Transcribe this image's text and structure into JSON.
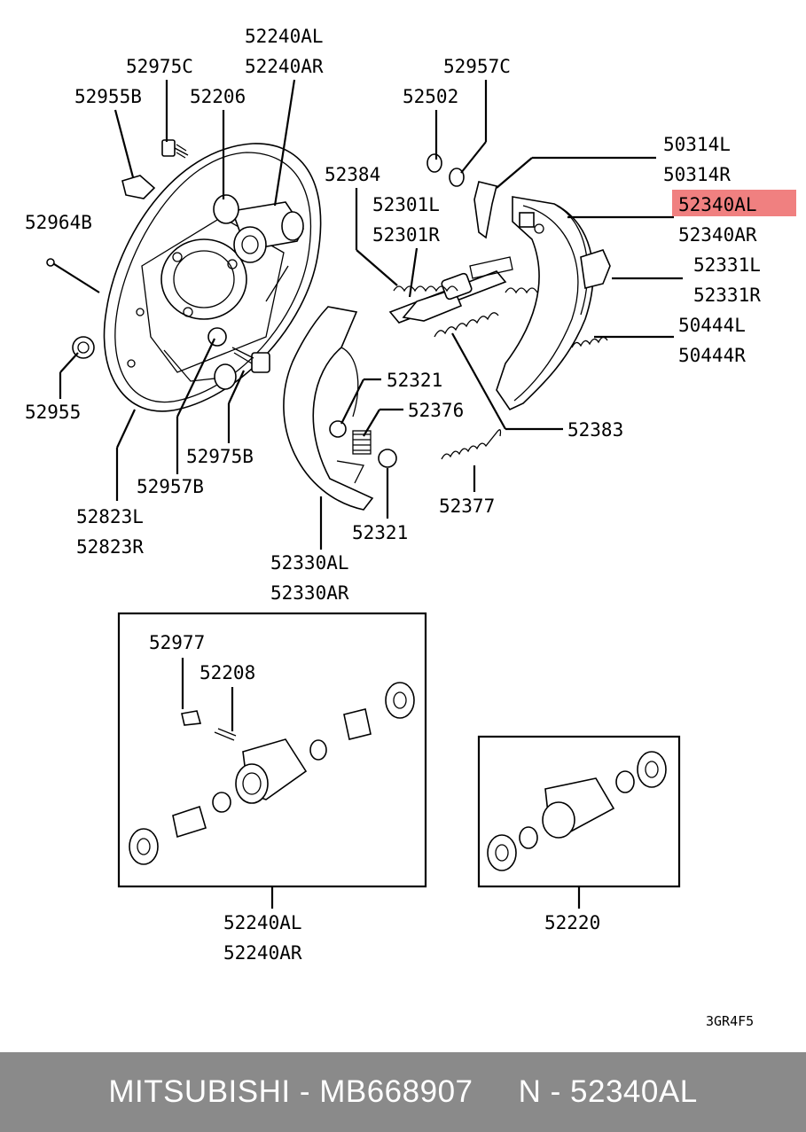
{
  "labels": {
    "p52240AL_top": "52240AL",
    "p52240AR_top": "52240AR",
    "p52975C": "52975C",
    "p52955B": "52955B",
    "p52206": "52206",
    "p52957C": "52957C",
    "p52502": "52502",
    "p50314L": "50314L",
    "p50314R": "50314R",
    "p52384": "52384",
    "p52301L": "52301L",
    "p52301R": "52301R",
    "p52340AL": "52340AL",
    "p52340AR": "52340AR",
    "p52964B": "52964B",
    "p52331L": "52331L",
    "p52331R": "52331R",
    "p50444L": "50444L",
    "p50444R": "50444R",
    "p52321_a": "52321",
    "p52376": "52376",
    "p52955": "52955",
    "p52975B": "52975B",
    "p52383": "52383",
    "p52957B": "52957B",
    "p52377": "52377",
    "p52823L": "52823L",
    "p52823R": "52823R",
    "p52321_b": "52321",
    "p52330AL": "52330AL",
    "p52330AR": "52330AR",
    "p52977": "52977",
    "p52208": "52208",
    "p52240AL_bot": "52240AL",
    "p52240AR_bot": "52240AR",
    "p52220": "52220",
    "diagram_code": "3GR4F5"
  },
  "highlight_color": "#f08080",
  "footer_bg": "#8a8a8a",
  "footer": {
    "brand": "MITSUBISHI",
    "sep1": " - ",
    "part_number": "MB668907",
    "gap": "     ",
    "ref_prefix": "N",
    "sep2": " - ",
    "ref_code": "52340AL"
  }
}
